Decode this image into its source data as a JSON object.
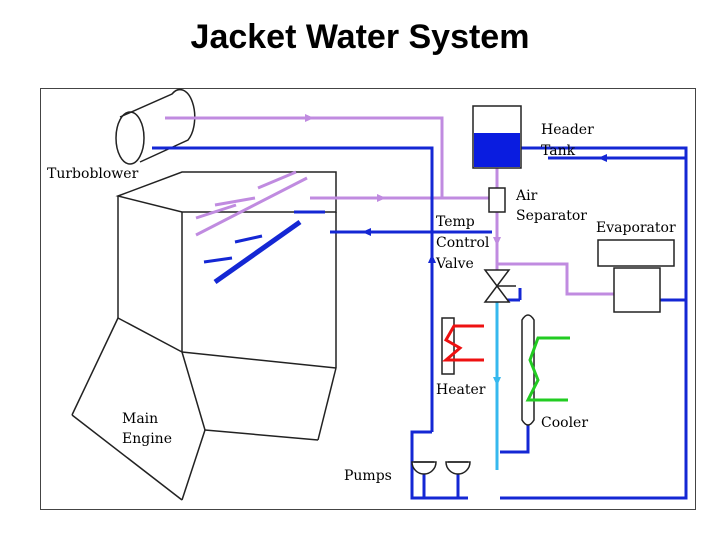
{
  "title": "Jacket Water System",
  "labels": {
    "turboblower": "Turboblower",
    "header": "Header",
    "tank": "Tank",
    "air": "Air",
    "separator": "Separator",
    "evaporator": "Evaporator",
    "temp": "Temp",
    "control": "Control",
    "valve": "Valve",
    "heater": "Heater",
    "cooler": "Cooler",
    "main": "Main",
    "engine": "Engine",
    "pumps": "Pumps"
  },
  "colors": {
    "hot_line": "#c08be0",
    "cold_line": "#1427d4",
    "light_blue": "#36b8ee",
    "heater_red": "#ee1111",
    "cooler_green": "#22cc22",
    "tank_fill": "#0a1ce0",
    "outline": "#222222"
  }
}
